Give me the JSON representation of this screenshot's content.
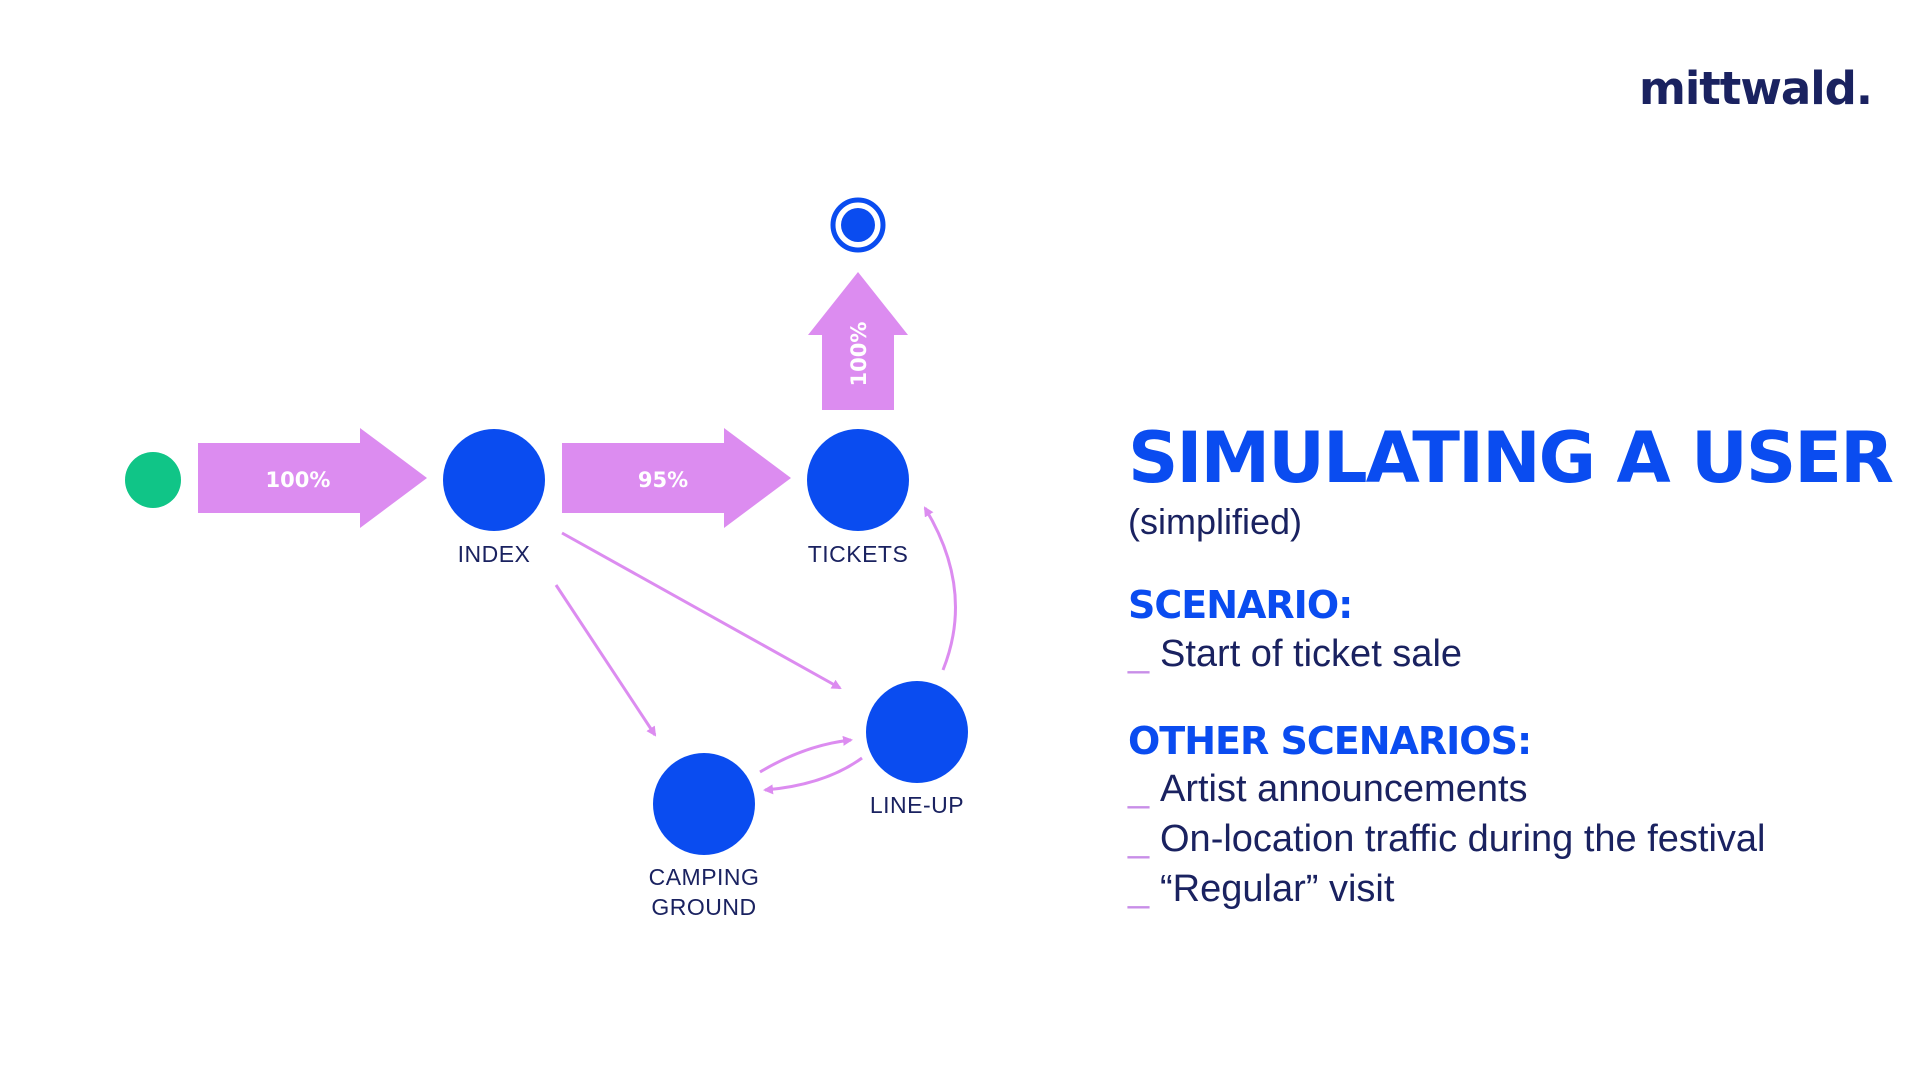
{
  "logo": {
    "text": "mittwald."
  },
  "colors": {
    "brand_blue": "#0a4cf0",
    "navy_text": "#1a2260",
    "arrow_violet": "#dc8cf0",
    "start_green": "#10c587"
  },
  "diagram": {
    "nodes": {
      "index": "INDEX",
      "tickets": "TICKETS",
      "lineup": "LINE-UP",
      "camping_line1": "CAMPING",
      "camping_line2": "GROUND"
    },
    "arrows": {
      "start_to_index": "100%",
      "index_to_tickets": "95%",
      "tickets_to_end": "100%"
    }
  },
  "content": {
    "title": "SIMULATING A USER",
    "subtitle": "(simplified)",
    "scenario_heading": "SCENARIO:",
    "scenario_items": [
      "Start of ticket sale"
    ],
    "other_heading": "OTHER SCENARIOS:",
    "other_items": [
      "Artist announcements",
      "On-location traffic during the festival",
      "“Regular” visit"
    ],
    "bullet_mark": "_"
  }
}
